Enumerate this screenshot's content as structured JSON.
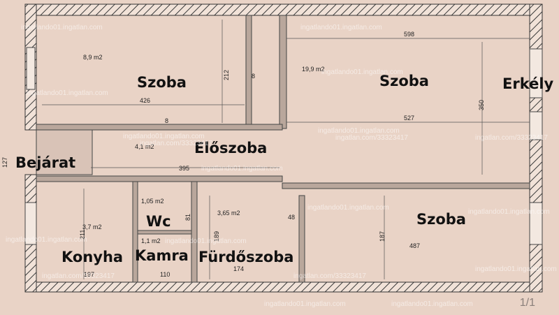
{
  "rooms": [
    {
      "id": "szoba-topleft",
      "label": "Szoba",
      "area": "8,9 m2"
    },
    {
      "id": "szoba-topright",
      "label": "Szoba",
      "area": "19,9 m2"
    },
    {
      "id": "erkely",
      "label": "Erkély",
      "area": ""
    },
    {
      "id": "eloszoba",
      "label": "Előszoba",
      "area": "4,1 m2"
    },
    {
      "id": "bejarat",
      "label": "Bejárat",
      "area": ""
    },
    {
      "id": "wc",
      "label": "Wc",
      "area": "1,05 m2"
    },
    {
      "id": "konyha",
      "label": "Konyha",
      "area": "3,7 m2"
    },
    {
      "id": "kamra",
      "label": "Kamra",
      "area": "1,1 m2"
    },
    {
      "id": "furdoszoba",
      "label": "Fürdőszoba",
      "area": "3,65 m2"
    },
    {
      "id": "szoba-bottomright",
      "label": "Szoba",
      "area": ""
    }
  ],
  "dimensions": [
    "598",
    "426",
    "212",
    "8",
    "527",
    "350",
    "395",
    "127",
    "211",
    "189",
    "81",
    "48",
    "187",
    "487",
    "174",
    "110",
    "197",
    "8"
  ],
  "watermarks": [
    "ingatlando01.ingatlan.com",
    "ingatlan.com/33323417"
  ],
  "page_number": "1/1",
  "colors": {
    "paper": "#e9d3c6",
    "wall": "#3a3a3a",
    "line": "#555555"
  }
}
